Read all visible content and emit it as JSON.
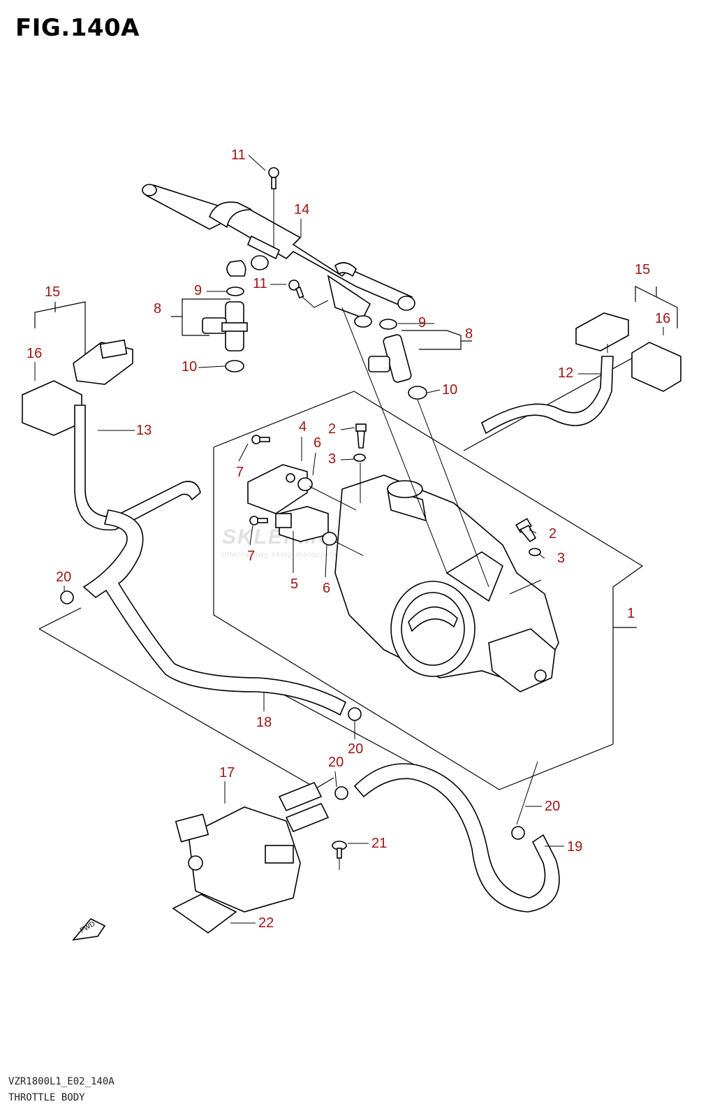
{
  "figure": {
    "title": "FIG.140A",
    "code": "VZR1800L1_E02_140A",
    "name": "THROTTLE BODY",
    "fwd_label": "FWD",
    "watermark": "SKLEPMOTOCYKL",
    "watermark_sub": "internetowy sklep motocyklowy"
  },
  "callouts": [
    "1",
    "2",
    "2",
    "3",
    "3",
    "4",
    "5",
    "6",
    "6",
    "7",
    "7",
    "8",
    "8",
    "9",
    "9",
    "10",
    "10",
    "11",
    "11",
    "12",
    "13",
    "14",
    "15",
    "15",
    "16",
    "16",
    "17",
    "18",
    "19",
    "20",
    "20",
    "20",
    "20",
    "21",
    "22"
  ],
  "colors": {
    "callout": "#a01414",
    "line": "#000000"
  }
}
